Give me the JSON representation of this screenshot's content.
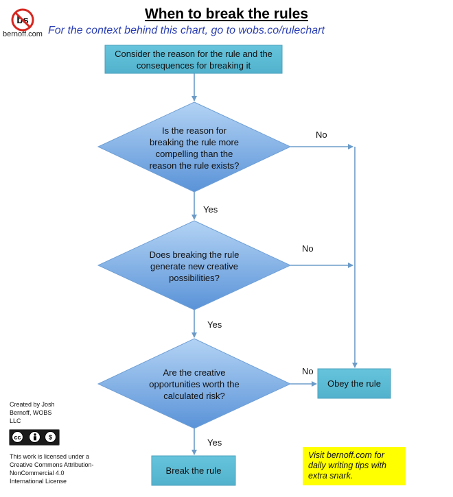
{
  "header": {
    "logo_text": "bs",
    "logo_caption": "bernoff.com",
    "title": "When to break the rules",
    "subtitle": "For the context behind this chart, go to wobs.co/rulechart"
  },
  "flow": {
    "start": "Consider the reason for the rule and the consequences for breaking it",
    "q1": "Is the reason for breaking the rule more compelling than the reason the rule exists?",
    "q2": "Does breaking the rule generate new creative possibilities?",
    "q3": "Are the creative opportunities worth the calculated risk?",
    "obey": "Obey the rule",
    "break": "Break the rule",
    "yes": "Yes",
    "no": "No"
  },
  "footer": {
    "credit": "Created by Josh Bernoff, WOBS LLC",
    "license": "This work is licensed under a Creative Commons Attribution-NonCommercial 4.0 International License",
    "cc_by": "BY",
    "cc_nc": "NC",
    "note": "Visit bernoff.com for daily writing tips with extra snark."
  },
  "colors": {
    "box_fill": "#5bbcd6",
    "box_border": "#4a9fbb",
    "diamond_light": "#a9cdf2",
    "diamond_dark": "#5b95d9",
    "connector": "#6b9bc8",
    "subtitle": "#2b3fb4",
    "note_bg": "#ffff00"
  }
}
